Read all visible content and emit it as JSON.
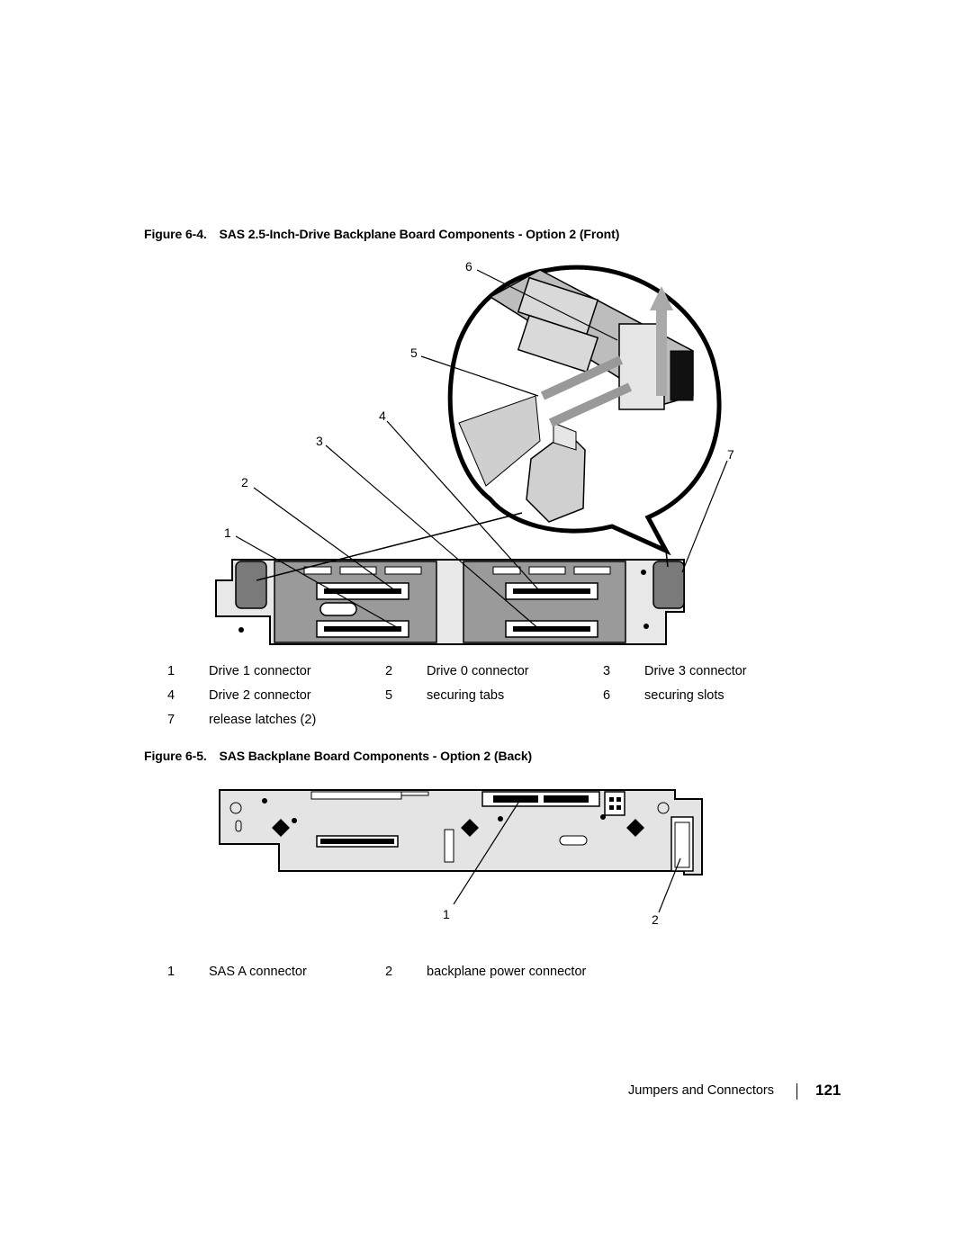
{
  "figure_front": {
    "label": "Figure 6-4.",
    "title": "SAS 2.5-Inch-Drive Backplane Board Components - Option 2 (Front)",
    "callouts": [
      "1",
      "2",
      "3",
      "4",
      "5",
      "6",
      "7"
    ],
    "legend": [
      {
        "num": "1",
        "text": "Drive 1 connector"
      },
      {
        "num": "2",
        "text": "Drive 0 connector"
      },
      {
        "num": "3",
        "text": "Drive 3 connector"
      },
      {
        "num": "4",
        "text": "Drive 2 connector"
      },
      {
        "num": "5",
        "text": "securing tabs"
      },
      {
        "num": "6",
        "text": "securing slots"
      },
      {
        "num": "7",
        "text": "release latches (2)"
      }
    ]
  },
  "figure_back": {
    "label": "Figure 6-5.",
    "title": "SAS Backplane Board Components - Option 2 (Back)",
    "callouts": [
      "1",
      "2"
    ],
    "legend": [
      {
        "num": "1",
        "text": "SAS A connector"
      },
      {
        "num": "2",
        "text": "backplane power connector"
      }
    ]
  },
  "footer": {
    "section": "Jumpers and Connectors",
    "page": "121"
  }
}
